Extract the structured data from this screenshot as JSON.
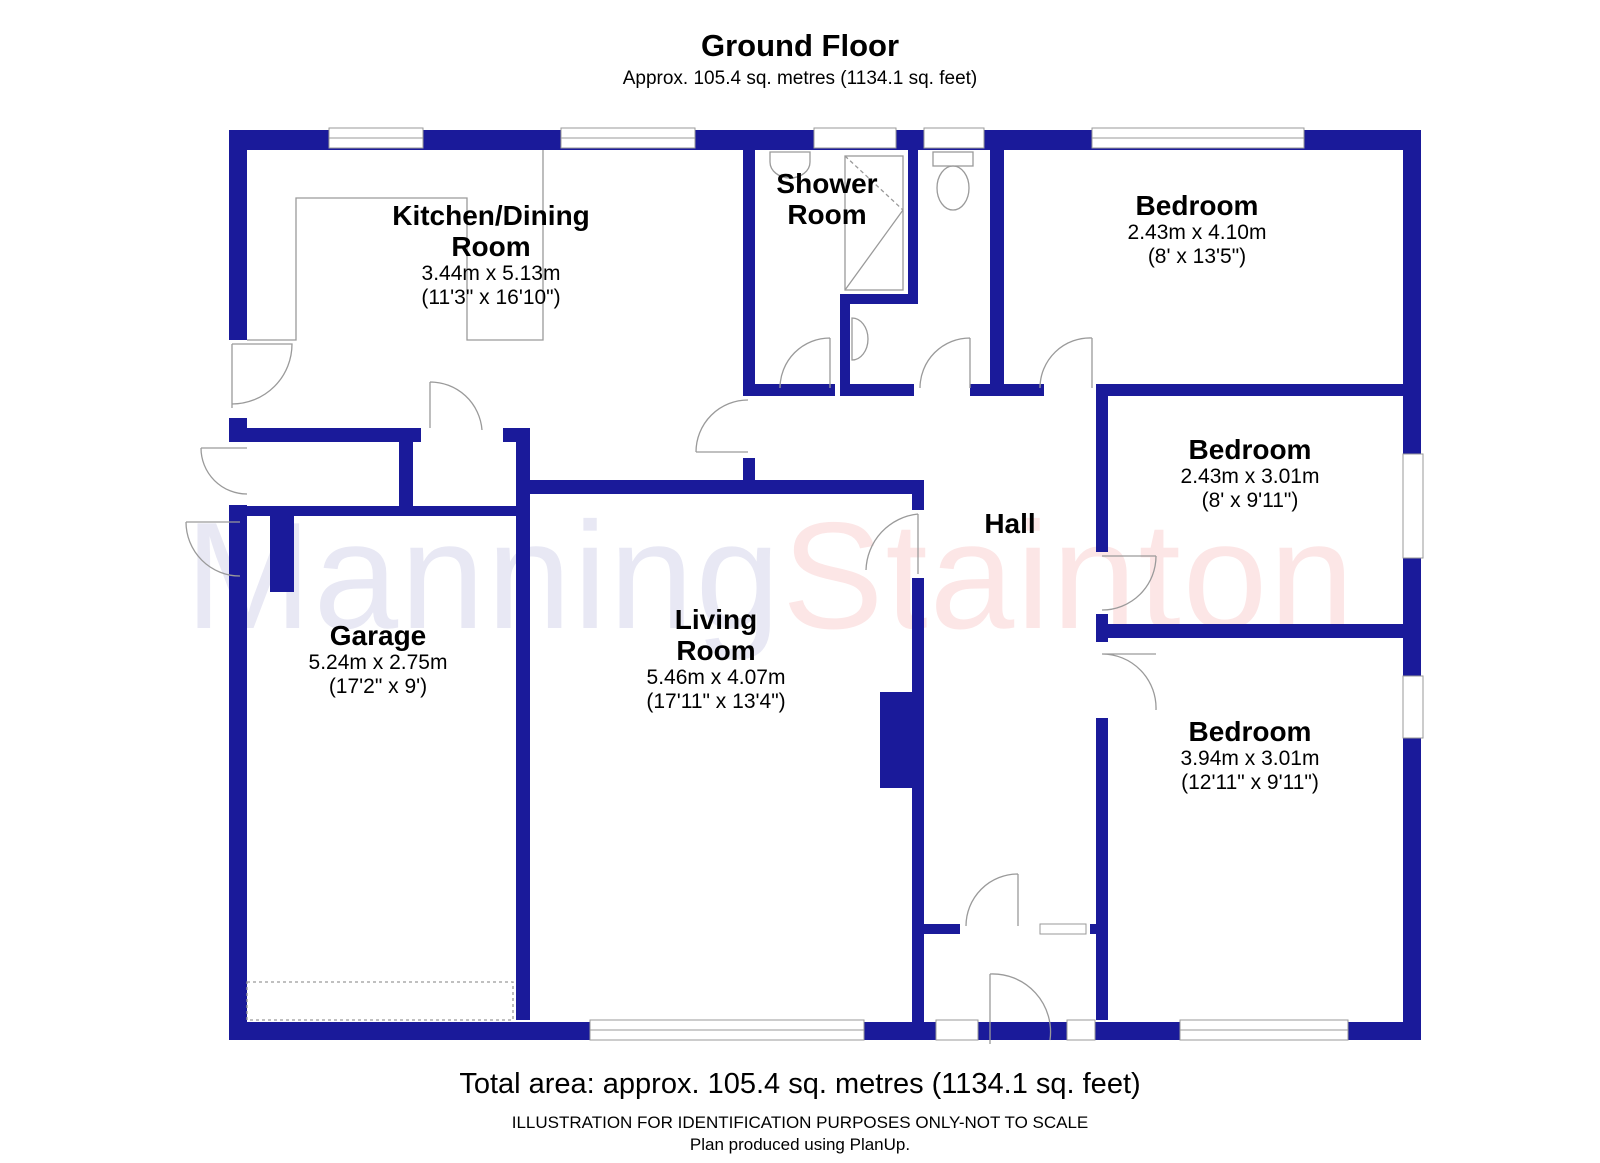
{
  "floor": {
    "title": "Ground Floor",
    "subtitle": "Approx. 105.4 sq. metres (1134.1 sq. feet)"
  },
  "watermark": {
    "part1": "Manning",
    "part2": "Stainton"
  },
  "rooms": [
    {
      "name": "Kitchen/Dining\nRoom",
      "metric": "3.44m x 5.13m",
      "imperial": "(11'3\" x 16'10\")"
    },
    {
      "name": "Shower\nRoom",
      "metric": "",
      "imperial": ""
    },
    {
      "name": "Bedroom",
      "metric": "2.43m x 4.10m",
      "imperial": "(8' x 13'5\")"
    },
    {
      "name": "Bedroom",
      "metric": "2.43m x 3.01m",
      "imperial": "(8' x 9'11\")"
    },
    {
      "name": "Hall",
      "metric": "",
      "imperial": ""
    },
    {
      "name": "Garage",
      "metric": "5.24m x 2.75m",
      "imperial": "(17'2\" x 9')"
    },
    {
      "name": "Living\nRoom",
      "metric": "5.46m x 4.07m",
      "imperial": "(17'11\" x 13'4\")"
    },
    {
      "name": "Bedroom",
      "metric": "3.94m x 3.01m",
      "imperial": "(12'11\" x 9'11\")"
    }
  ],
  "footer": {
    "total": "Total area: approx. 105.4 sq. metres (1134.1 sq. feet)",
    "disclaimer": "ILLUSTRATION FOR IDENTIFICATION PURPOSES ONLY-NOT TO SCALE",
    "credit": "Plan produced using PlanUp."
  },
  "colors": {
    "wall": "#1a1a9a",
    "fixture": "#9a9a9a",
    "window": "#ffffff"
  }
}
